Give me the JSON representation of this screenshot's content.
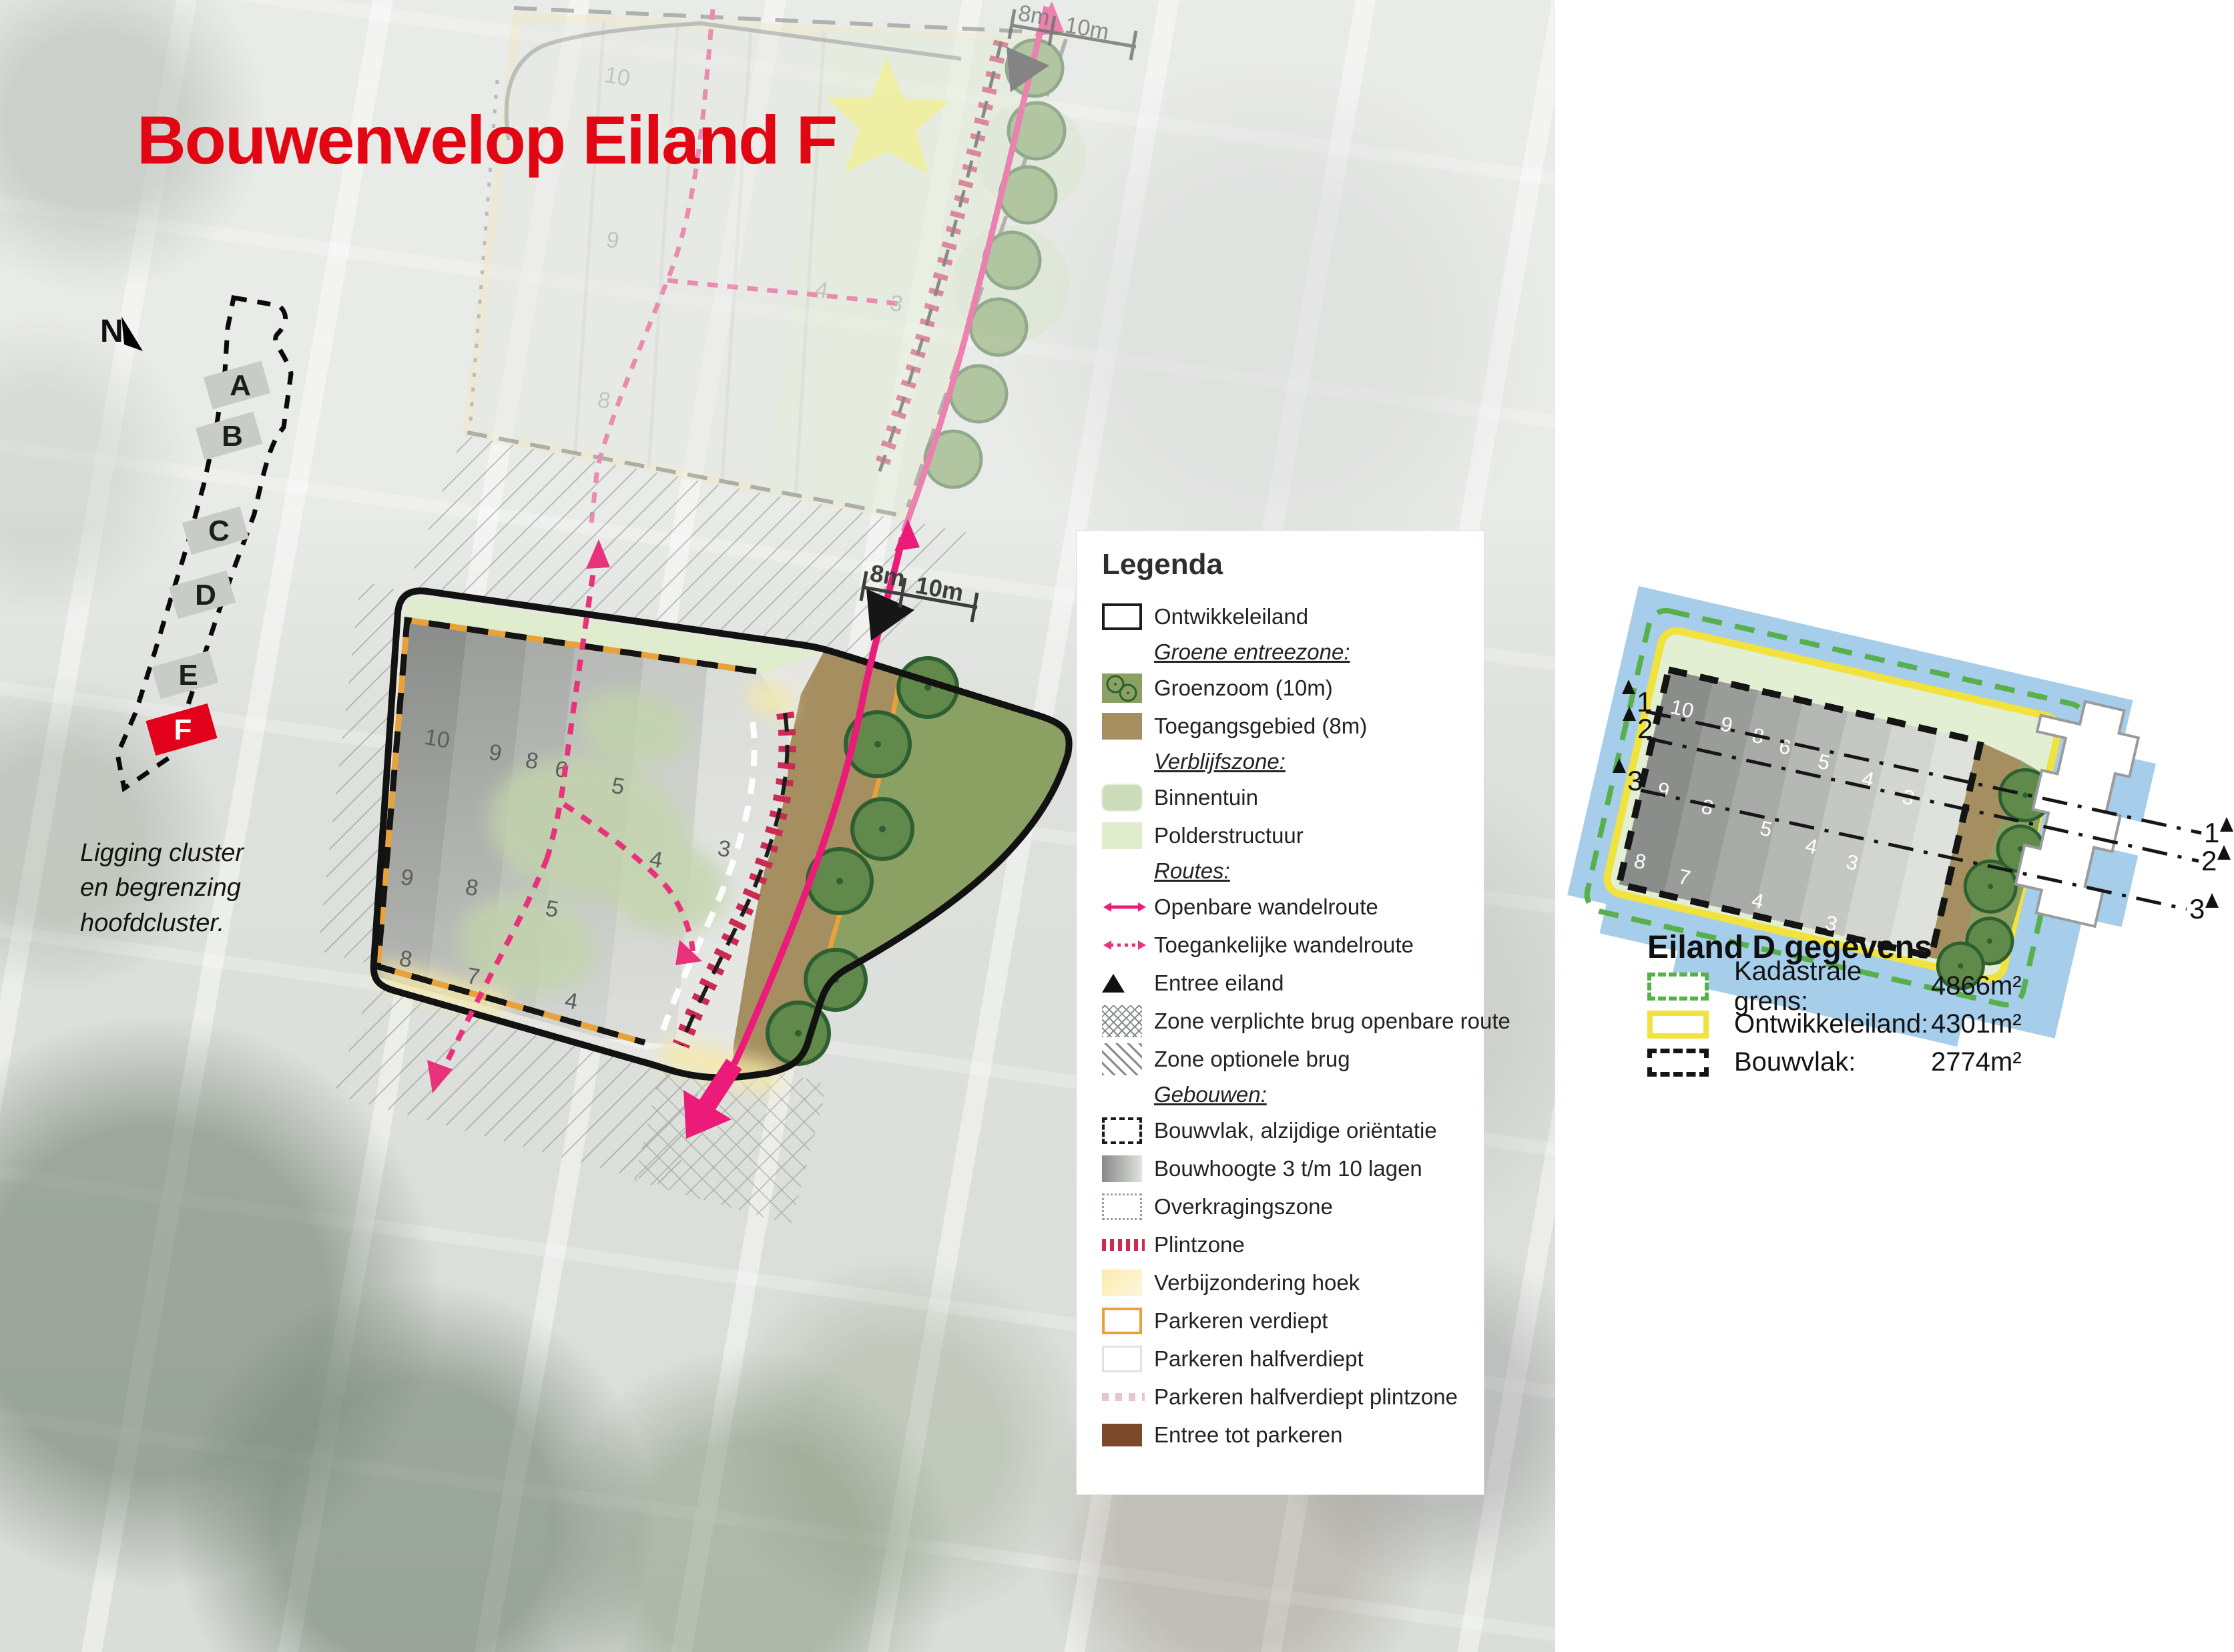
{
  "page": {
    "title": "Bouwenvelop Eiland F"
  },
  "compass": {
    "label": "N"
  },
  "cluster": {
    "blocks": [
      "A",
      "B",
      "C",
      "D",
      "E",
      "F"
    ],
    "highlight": "F",
    "caption_lines": [
      "Ligging cluster",
      "en begrenzing",
      "hoofdcluster."
    ]
  },
  "dims": {
    "m8": "8m",
    "m10": "10m"
  },
  "island_f": {
    "heights_row1": [
      "10",
      "9",
      "8",
      "6",
      "5"
    ],
    "heights_mid": [
      "4",
      "3"
    ],
    "heights_row2": [
      "9",
      "8",
      "5"
    ],
    "heights_row3": [
      "8",
      "7",
      "4"
    ]
  },
  "upper_island": {
    "heights": [
      "10",
      "9",
      "8",
      "4",
      "3"
    ]
  },
  "legend": {
    "title": "Legenda",
    "items": [
      {
        "label": "Ontwikkeleiland"
      },
      {
        "label": "Groene entreezone:"
      },
      {
        "label": "Groenzoom (10m)"
      },
      {
        "label": "Toegangsgebied (8m)"
      },
      {
        "label": "Verblijfszone:"
      },
      {
        "label": "Binnentuin"
      },
      {
        "label": "Polderstructuur"
      },
      {
        "label": "Routes:"
      },
      {
        "label": "Openbare wandelroute"
      },
      {
        "label": "Toegankelijke wandelroute"
      },
      {
        "label": "Entree eiland"
      },
      {
        "label": "Zone verplichte brug openbare route"
      },
      {
        "label": "Zone optionele brug"
      },
      {
        "label": "Gebouwen:"
      },
      {
        "label": "Bouwvlak, alzijdige oriëntatie"
      },
      {
        "label": "Bouwhoogte 3 t/m 10 lagen"
      },
      {
        "label": "Overkragingszone"
      },
      {
        "label": "Plintzone"
      },
      {
        "label": "Verbijzondering hoek"
      },
      {
        "label": "Parkeren verdiept"
      },
      {
        "label": "Parkeren halfverdiept"
      },
      {
        "label": "Parkeren halfverdiept plintzone"
      },
      {
        "label": "Entree tot parkeren"
      }
    ]
  },
  "eiland_d": {
    "title": "Eiland D gegevens",
    "rows": [
      {
        "label": "Kadastrale grens:",
        "value": "4866m²"
      },
      {
        "label": "Ontwikkeleiland:",
        "value": "4301m²"
      },
      {
        "label": "Bouwvlak:",
        "value": "2774m²"
      }
    ],
    "heights_row1": [
      "10",
      "9",
      "8",
      "6",
      "5",
      "4",
      "3"
    ],
    "heights_row2": [
      "9",
      "8",
      "5",
      "4",
      "3"
    ],
    "heights_row3": [
      "8",
      "7",
      "4",
      "3"
    ],
    "sections_left": [
      "1",
      "2",
      "3"
    ],
    "sections_right": [
      "1",
      "2",
      "3"
    ]
  },
  "colors": {
    "accent_red": "#e20613",
    "route_pink": "#ec1a78",
    "plint_red": "#cc2a50",
    "parkeren_orange": "#e9a23b",
    "toegang_brown": "#a58e60",
    "entree_parkeren_brown": "#7b4a2d",
    "groenzoom_olive": "#8ba163",
    "binnentuin_green": "#c8d9b6",
    "polder_green": "#dfeccd",
    "water_blue": "#a6cde9",
    "kadaster_green": "#57b04b",
    "ontwikkel_yellow": "#f2e23e"
  }
}
